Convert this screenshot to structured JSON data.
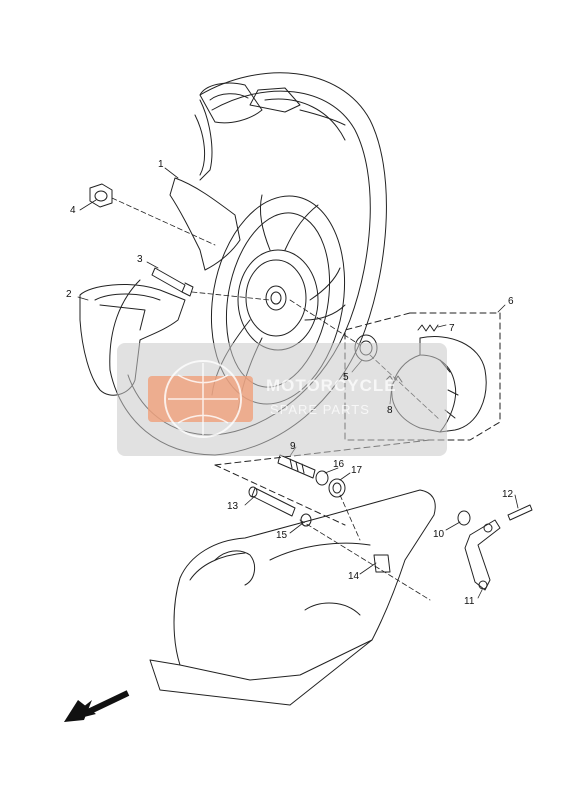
{
  "diagram": {
    "callouts": [
      {
        "id": "1",
        "label": "1"
      },
      {
        "id": "2",
        "label": "2"
      },
      {
        "id": "3",
        "label": "3"
      },
      {
        "id": "4",
        "label": "4"
      },
      {
        "id": "5",
        "label": "5"
      },
      {
        "id": "6",
        "label": "6"
      },
      {
        "id": "7",
        "label": "7"
      },
      {
        "id": "8",
        "label": "8"
      },
      {
        "id": "9",
        "label": "9"
      },
      {
        "id": "10",
        "label": "10"
      },
      {
        "id": "11",
        "label": "11"
      },
      {
        "id": "12",
        "label": "12"
      },
      {
        "id": "13",
        "label": "13"
      },
      {
        "id": "14",
        "label": "14"
      },
      {
        "id": "15",
        "label": "15"
      },
      {
        "id": "16",
        "label": "16"
      },
      {
        "id": "17",
        "label": "17"
      }
    ],
    "front_arrow": "arrow-icon"
  },
  "watermark": {
    "line1": "MOTORCYCLE",
    "line2": "SPARE PARTS",
    "badge_color": "#f0a07a",
    "band_color": "#c8c8c8"
  }
}
